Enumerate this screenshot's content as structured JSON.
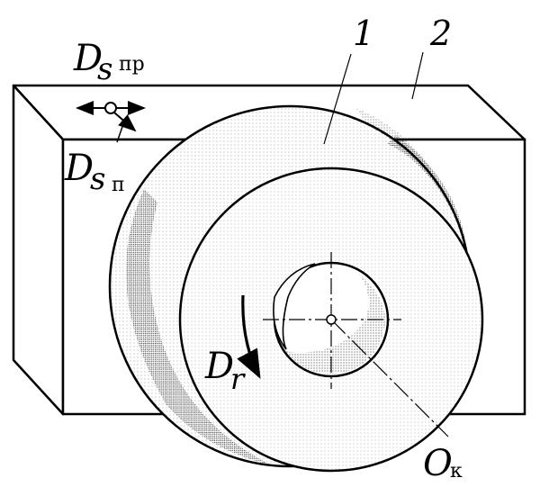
{
  "labels": {
    "wheel_number": "1",
    "workpiece_number": "2",
    "ds_pr_main": "D",
    "ds_pr_s": "s",
    "ds_pr_sub": "пр",
    "ds_p_main": "D",
    "ds_p_s": "s",
    "ds_p_sub": "п",
    "dr_main": "D",
    "dr_sub": "r",
    "ok_main": "O",
    "ok_sub": "к"
  },
  "colors": {
    "line": "#000000",
    "shade": "#555555",
    "paper": "#ffffff"
  }
}
